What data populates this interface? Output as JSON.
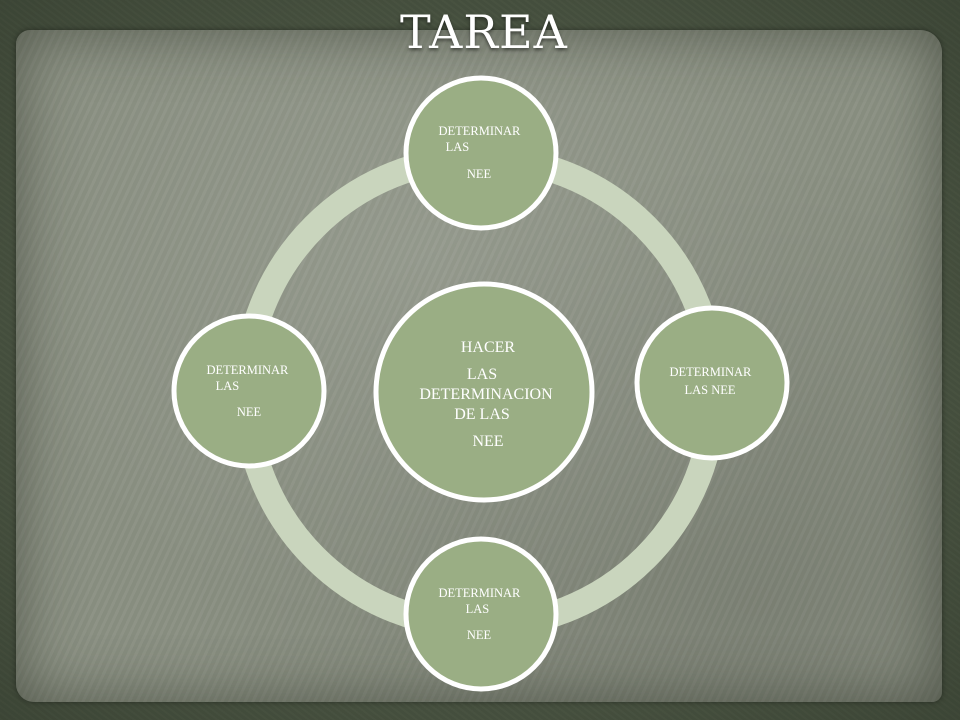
{
  "slide": {
    "title": "TAREA"
  },
  "diagram": {
    "center": {
      "lines": [
        "HACER",
        "LAS",
        "DETERMINACION",
        "DE LAS",
        "NEE"
      ]
    },
    "nodes": [
      {
        "lines": [
          "DETERMINAR",
          "LAS",
          "NEE"
        ]
      },
      {
        "lines": [
          "DETERMINAR",
          "LAS  NEE"
        ]
      },
      {
        "lines": [
          "DETERMINAR",
          "LAS",
          "NEE"
        ]
      },
      {
        "lines": [
          "DETERMINAR",
          "LAS",
          "NEE"
        ]
      }
    ]
  },
  "colors": {
    "node_fill": "#9aae84",
    "node_stroke": "#ffffff",
    "ring": "#c9d5bd",
    "text": "#ffffff"
  }
}
